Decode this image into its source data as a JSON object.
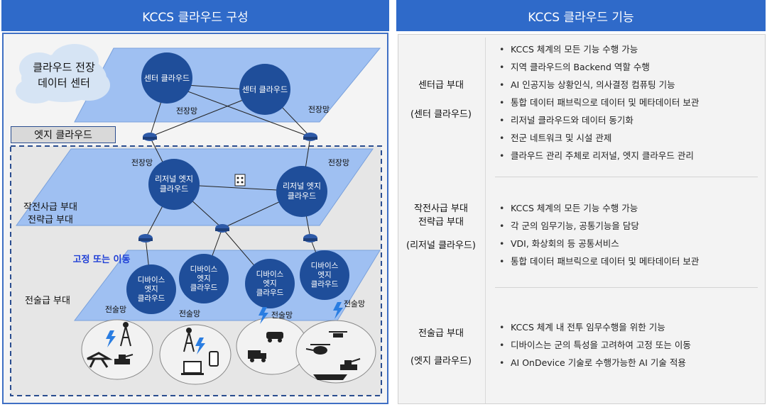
{
  "left_header": "KCCS 클라우드 구성",
  "right_header": "KCCS 클라우드 기능",
  "diagram": {
    "datacenter_label": [
      "클라우드 전장",
      "데이터 센터"
    ],
    "center_clouds": [
      "센터 클라우드",
      "센터 클라우드"
    ],
    "network_wan": "전장망",
    "edge_cloud_title": "엣지 클라우드",
    "regional_clouds": [
      [
        "리저널 엣지",
        "클라우드"
      ],
      [
        "리저널 엣지",
        "클라우드"
      ]
    ],
    "op_unit_label": [
      "작전사급 부대",
      "전략급 부대"
    ],
    "fixed_or_mobile": "고정 또는 이동",
    "device_clouds": [
      [
        "디바이스",
        "엣지",
        "클라우드"
      ],
      [
        "디바이스",
        "엣지",
        "클라우드"
      ],
      [
        "디바이스",
        "엣지",
        "클라우드"
      ],
      [
        "디바이스",
        "엣지",
        "클라우드"
      ]
    ],
    "tactical_unit_label": "전술급 부대",
    "tactical_network": "전술망"
  },
  "functions": [
    {
      "unit": [
        "센터급 부대",
        "(센터 클라우드)"
      ],
      "items": [
        "KCCS 체계의 모든 기능 수행 가능",
        "지역 클라우드의 Backend 역할 수행",
        "AI 인공지능 상황인식, 의사결정 컴퓨팅 기능",
        "통합 데이터 패브릭으로 데이터 및 메타데이터 보관",
        "리저널 클라우드와 데이터 동기화",
        "전군 네트워크 및 시설 관제",
        "클라우드 관리 주체로 리저널, 엣지 클라우드 관리"
      ]
    },
    {
      "unit": [
        "작전사급 부대",
        "전략급 부대",
        "(리저널 클라우드)"
      ],
      "items": [
        "KCCS 체계의 모든 기능 수행 가능",
        "각 군의 임무기능, 공통기능을 담당",
        "VDI, 화상회의 등 공통서비스",
        "통합 데이터 패브릭으로 데이터 및 메타데이터 보관"
      ]
    },
    {
      "unit": [
        "전술급 부대",
        "(엣지 클라우드)"
      ],
      "items": [
        "KCCS 체계 내 전투 임무수행을 위한 기능",
        "디바이스는 군의 특성을 고려하여 고정 또는 이동",
        "AI OnDevice 기술로 수행가능한 AI 기술 적용"
      ]
    }
  ],
  "colors": {
    "header": "#2f6ac9",
    "plane": "#9fc0f2",
    "node": "#1f4e9a",
    "border": "#3f6fc4"
  }
}
